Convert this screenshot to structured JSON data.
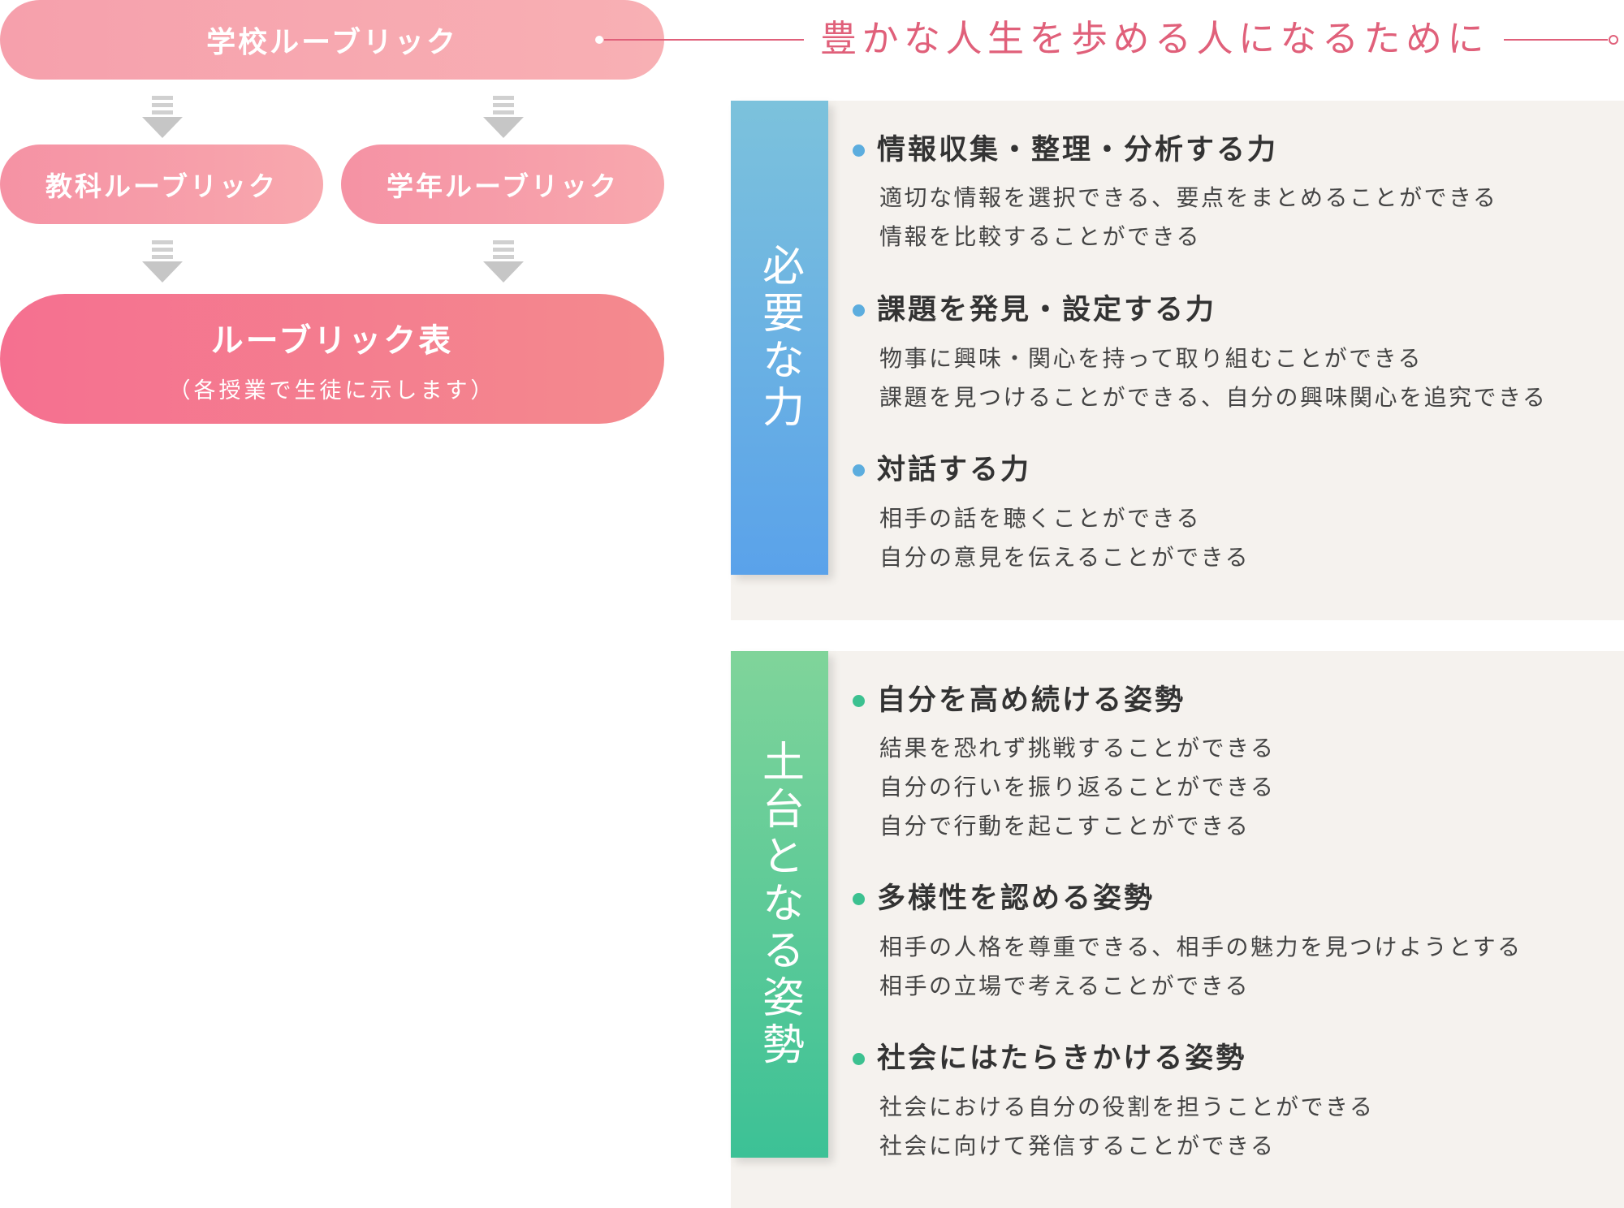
{
  "flow": {
    "school_rubric": "学校ルーブリック",
    "subject_rubric": "教科ルーブリック",
    "grade_rubric": "学年ルーブリック",
    "rubric_table": "ルーブリック表",
    "rubric_table_note": "（各授業で生徒に示します）"
  },
  "motto": "豊かな人生を歩める人になるために",
  "sections": [
    {
      "label": "必要な力",
      "color": "#5aa2ea",
      "items": [
        {
          "title": "情報収集・整理・分析する力",
          "lines": [
            "適切な情報を選択できる、要点をまとめることができる",
            "情報を比較することができる"
          ]
        },
        {
          "title": "課題を発見・設定する力",
          "lines": [
            "物事に興味・関心を持って取り組むことができる",
            "課題を見つけることができる、自分の興味関心を追究できる"
          ]
        },
        {
          "title": "対話する力",
          "lines": [
            "相手の話を聴くことができる",
            "自分の意見を伝えることができる"
          ]
        }
      ]
    },
    {
      "label": "土台となる姿勢",
      "color": "#3cc196",
      "items": [
        {
          "title": "自分を高め続ける姿勢",
          "lines": [
            "結果を恐れず挑戦することができる",
            "自分の行いを振り返ることができる",
            "自分で行動を起こすことができる"
          ]
        },
        {
          "title": "多様性を認める姿勢",
          "lines": [
            "相手の人格を尊重できる、相手の魅力を見つけようとする",
            "相手の立場で考えることができる"
          ]
        },
        {
          "title": "社会にはたらきかける姿勢",
          "lines": [
            "社会における自分の役割を担うことができる",
            "社会に向けて発信することができる"
          ]
        }
      ]
    }
  ]
}
